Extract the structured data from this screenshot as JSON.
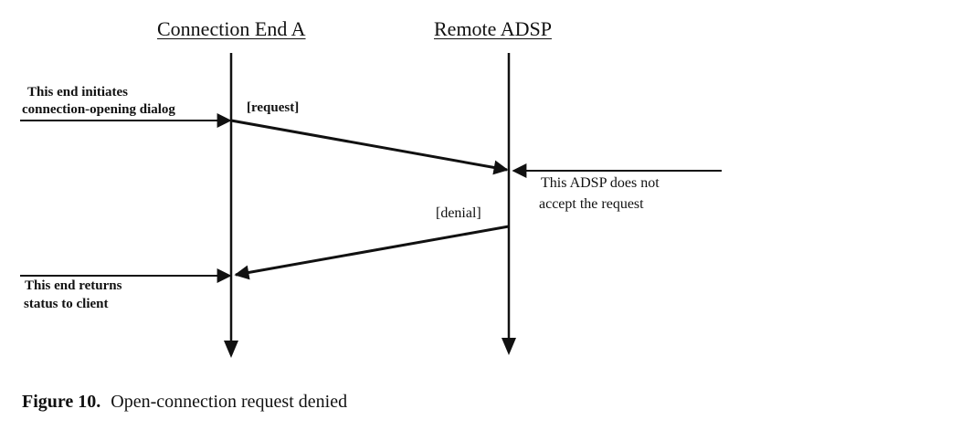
{
  "participants": {
    "left": "Connection End A",
    "right": "Remote ADSP"
  },
  "notes": {
    "initiate_line1": "This end initiates",
    "initiate_line2": "connection-opening dialog",
    "not_accept_line1": "This ADSP does not",
    "not_accept_line2": "accept the request",
    "returns_line1": "This end returns",
    "returns_line2": "status to client"
  },
  "messages": {
    "request": "[request]",
    "denial": "[denial]"
  },
  "caption": {
    "number": "Figure 10.",
    "text": "Open-connection request denied"
  }
}
